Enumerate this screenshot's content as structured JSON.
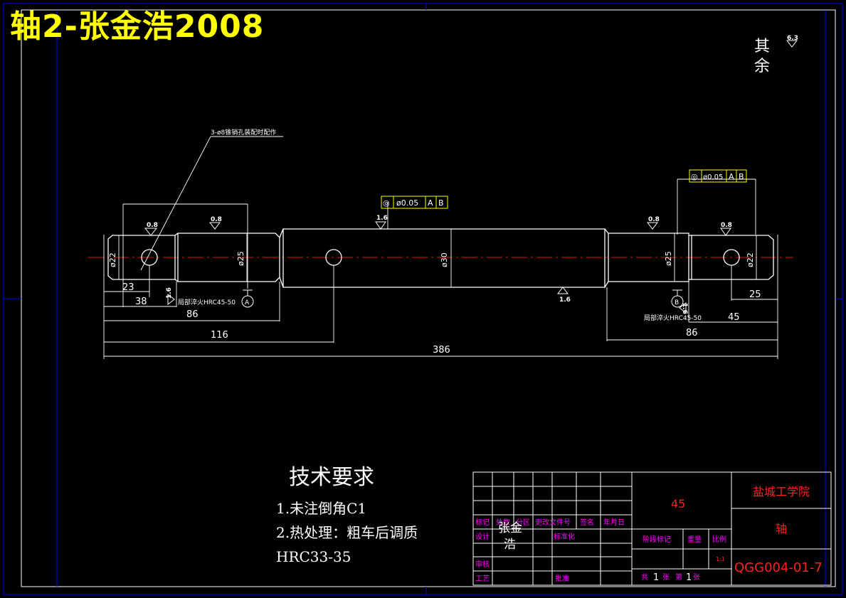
{
  "title": "轴2-张金浩2008",
  "roughness_default": {
    "label": "其余",
    "value": "6.3"
  },
  "colors": {
    "background": "#000000",
    "outline": "#ffffff",
    "frame": "#0000ff",
    "centerline": "#ff0000",
    "title": "#ffff00",
    "title_block_labels": "#ff00ff",
    "title_block_values": "#ff2020",
    "tolerance_box": "#ffff00"
  },
  "shaft": {
    "diameters": [
      "ø22",
      "ø25",
      "ø30",
      "ø25",
      "ø22"
    ],
    "dimensions": {
      "d23": "23",
      "d38": "38",
      "d86_left": "86",
      "d116": "116",
      "d386": "386",
      "d25": "25",
      "d45": "45",
      "d86_right": "86"
    },
    "roughness": {
      "r08": "0.8",
      "r16": "1.6",
      "r32": "3.2"
    },
    "annotations": {
      "pin_hole_note": "3-ø8锥销孔装配时配作",
      "hardening_left": "局部淬火HRC45-50",
      "hardening_right": "局部淬火HRC45-50",
      "datum_a": "A",
      "datum_b": "B"
    },
    "tolerances": {
      "left": {
        "symbol": "◎",
        "value": "ø0.05",
        "datums": [
          "A",
          "B"
        ]
      },
      "right": {
        "symbol": "◎",
        "value": "ø0.05",
        "datums": [
          "A",
          "B"
        ]
      }
    }
  },
  "technical_requirements": {
    "heading": "技术要求",
    "items": [
      "1.未注倒角C1",
      "2.热处理：粗车后调质",
      "HRC33-35"
    ]
  },
  "title_block": {
    "material": "45",
    "school": "盐城工学院",
    "part_name": "轴",
    "drawing_number": "QGG004-01-7",
    "designer": "张金浩",
    "labels": {
      "mark": "标记",
      "count": "处数",
      "zone": "分区",
      "change_doc": "更改文件号",
      "signature": "签名",
      "date": "年月日",
      "design": "设计",
      "standardization": "标准化",
      "review": "审核",
      "process": "工艺",
      "approve": "批准",
      "stage_mark": "阶段标记",
      "weight": "重量",
      "scale": "比例"
    },
    "scale_value": "1:1",
    "sheets": {
      "total_prefix": "共",
      "total": "1",
      "unit": "张",
      "current_prefix": "第",
      "current": "1",
      "current_unit": "张"
    }
  }
}
